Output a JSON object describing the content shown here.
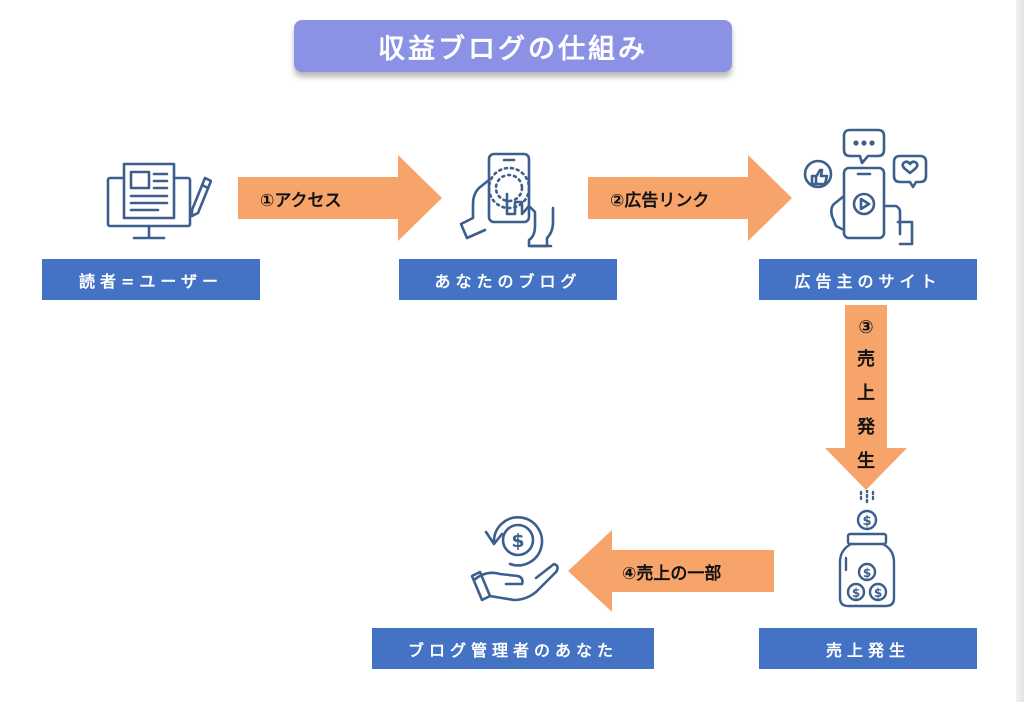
{
  "title": "収益ブログの仕組み",
  "nodes": {
    "reader": "読者=ユーザー",
    "blog": "あなたのブログ",
    "advertiser": "広告主のサイト",
    "sales": "売上発生",
    "owner": "ブログ管理者のあなた"
  },
  "arrows": {
    "access": "①アクセス",
    "ad_link": "②広告リンク",
    "sales_num": "③",
    "sales_chars": [
      "売",
      "上",
      "発",
      "生"
    ],
    "share": "④売上の一部"
  },
  "colors": {
    "title_bg": "#8b92e6",
    "label_bg": "#4472c4",
    "arrow": "#f7a46b",
    "icon_stroke": "#3d5f8e"
  },
  "icons": {
    "reader": "computer-document-pen-icon",
    "blog": "hand-touch-smartphone-icon",
    "advertiser": "smartphone-social-reactions-icon",
    "sales": "coin-jar-icon",
    "owner": "hand-receiving-dollar-icon"
  }
}
